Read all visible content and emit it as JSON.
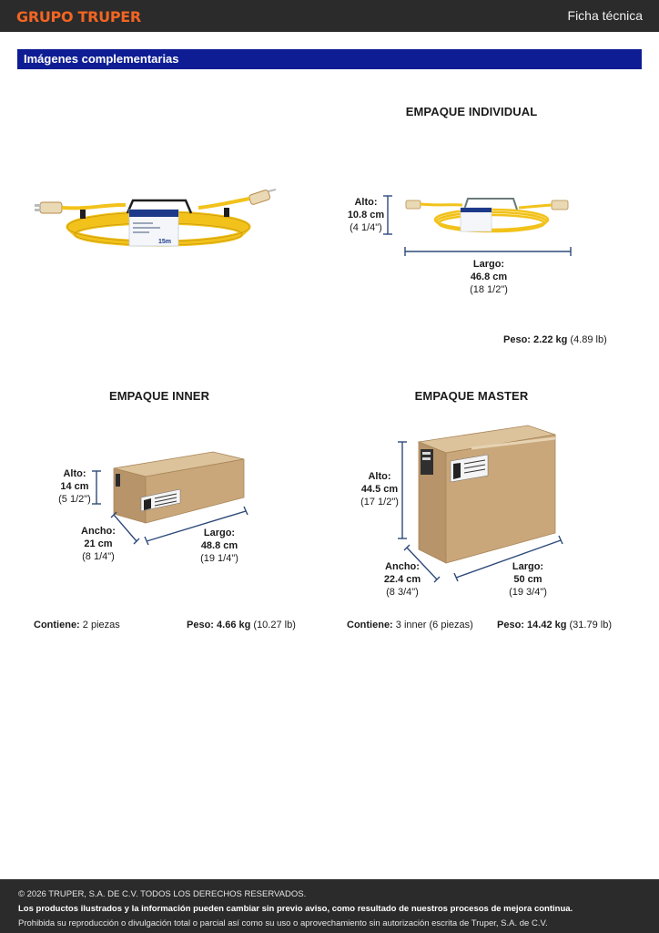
{
  "header": {
    "brand": "GRUPO TRUPER",
    "title": "Ficha técnica"
  },
  "section": {
    "title": "Imágenes complementarias"
  },
  "individual": {
    "heading": "EMPAQUE INDIVIDUAL",
    "alto": {
      "label": "Alto:",
      "metric": "10.8 cm",
      "imperial": "(4 1/4\")"
    },
    "largo": {
      "label": "Largo:",
      "metric": "46.8 cm",
      "imperial": "(18 1/2\")"
    },
    "peso": {
      "label": "Peso:",
      "metric": "2.22 kg",
      "imperial": "(4.89 lb)"
    }
  },
  "inner": {
    "heading": "EMPAQUE INNER",
    "alto": {
      "label": "Alto:",
      "metric": "14 cm",
      "imperial": "(5 1/2\")"
    },
    "ancho": {
      "label": "Ancho:",
      "metric": "21 cm",
      "imperial": "(8 1/4\")"
    },
    "largo": {
      "label": "Largo:",
      "metric": "48.8 cm",
      "imperial": "(19 1/4\")"
    },
    "contiene": {
      "label": "Contiene:",
      "value": "2 piezas"
    },
    "peso": {
      "label": "Peso:",
      "metric": "4.66 kg",
      "imperial": "(10.27 lb)"
    }
  },
  "master": {
    "heading": "EMPAQUE MASTER",
    "alto": {
      "label": "Alto:",
      "metric": "44.5 cm",
      "imperial": "(17 1/2\")"
    },
    "ancho": {
      "label": "Ancho:",
      "metric": "22.4 cm",
      "imperial": "(8 3/4\")"
    },
    "largo": {
      "label": "Largo:",
      "metric": "50 cm",
      "imperial": "(19 3/4\")"
    },
    "contiene": {
      "label": "Contiene:",
      "value": "3 inner (6 piezas)"
    },
    "peso": {
      "label": "Peso:",
      "metric": "14.42 kg",
      "imperial": "(31.79 lb)"
    }
  },
  "product": {
    "tag_size": "15m"
  },
  "footer": {
    "copyright": "© 2026 TRUPER, S.A. DE C.V. TODOS LOS DERECHOS RESERVADOS.",
    "notice": "Los productos ilustrados y la información pueden cambiar sin previo aviso, como resultado de nuestros procesos de mejora continua.",
    "legal": "Prohibida su reproducción o divulgación total o parcial así como su uso o aprovechamiento sin autorización escrita de Truper, S.A. de C.V."
  },
  "colors": {
    "brand": "#f26522",
    "section_bar": "#0e1d94",
    "cable": "#f2c21b",
    "dimension_line": "#2d4a7a",
    "carton": "#c9a77a"
  }
}
